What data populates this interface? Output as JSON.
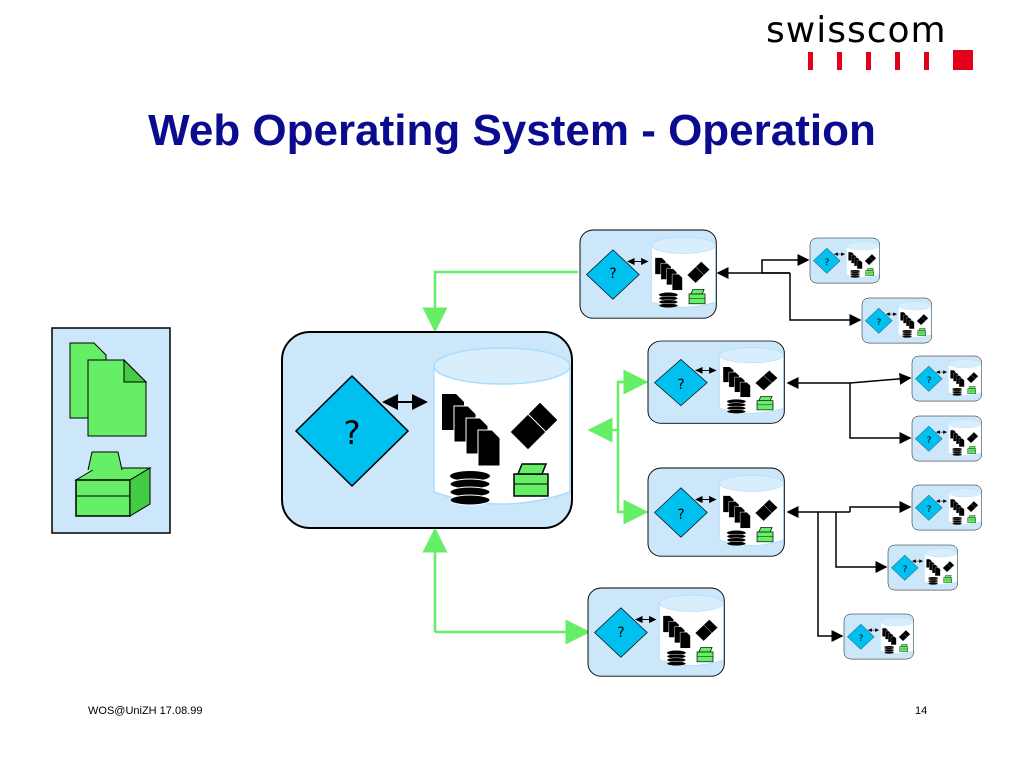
{
  "brand": {
    "name": "swisscom",
    "accent_color": "#e2001a"
  },
  "title": "Web Operating System - Operation",
  "footer": {
    "left": "WOS@UniZH 17.08.99",
    "right": "14"
  },
  "node_label": "?",
  "icons": {
    "document": "document-stack-icon",
    "printer": "printer-icon",
    "database": "database-icon",
    "diamond": "diamond-icon"
  },
  "colors": {
    "panel_fill": "#cce6fa",
    "diamond_fill": "#00c0f0",
    "green_link": "#66ee66",
    "green_icon": "#66ee66"
  }
}
